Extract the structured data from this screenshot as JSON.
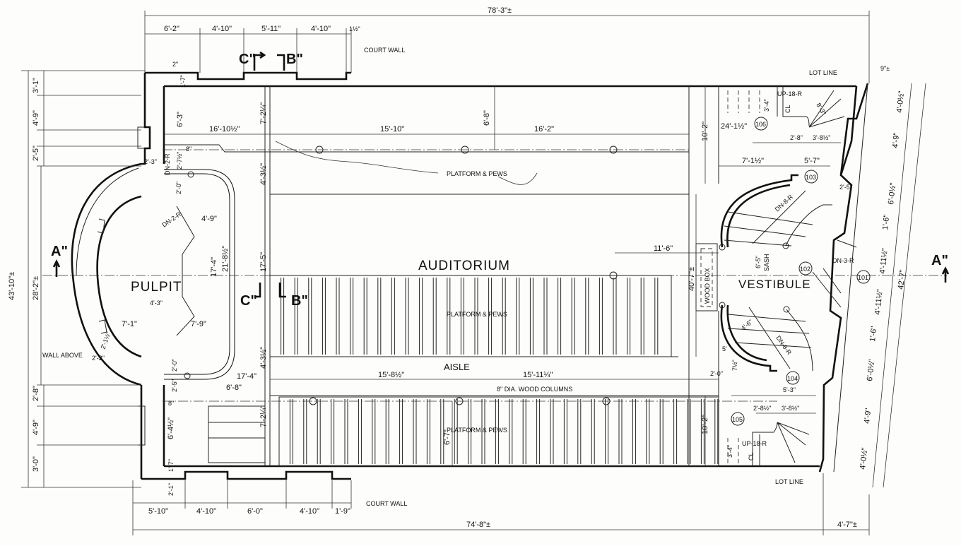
{
  "colors": {
    "ink": "#111111",
    "paper": "#fdfdfb"
  },
  "rooms": {
    "auditorium": "AUDITORIUM",
    "pulpit": "PULPIT",
    "vestibule": "VESTIBULE",
    "aisle": "AISLE",
    "wood_box": "WOOD BOX",
    "sash": "SASH"
  },
  "notes": {
    "platform_pews_top": "PLATFORM & PEWS",
    "platform_pews_mid": "PLATFORM & PEWS",
    "platform_pews_bottom": "PLATFORM & PEWS",
    "columns": "8\" DIA. WOOD COLUMNS",
    "court_wall_top": "COURT WALL",
    "court_wall_bottom": "COURT WALL",
    "lot_line_top": "LOT LINE",
    "lot_line_bottom": "LOT LINE",
    "wall_above": "WALL ABOVE"
  },
  "sections": {
    "a_left": "A\"",
    "a_right": "A\"",
    "c_top": "C\"",
    "b_top": "B\"",
    "c_mid": "C\"",
    "b_mid": "B\""
  },
  "room_numbers": [
    "101",
    "102",
    "103",
    "104",
    "105",
    "106"
  ],
  "stairs": {
    "up_106": "UP-18-R",
    "up_105": "UP-18-R",
    "dn_103": "DN-8-R",
    "dn_104": "DN-8-R",
    "dn_vest": "DN-3-R",
    "dn_pulpit_a": "DN-2-R",
    "dn_pulpit_b": "DN-2-R",
    "cl_a": "CL",
    "cl_b": "CL"
  },
  "dims_top": [
    "78'-3\"±",
    "6'-2\"",
    "4'-10\"",
    "5'-11\"",
    "4'-10\"",
    "1½\"",
    "2\"",
    "1'-7\""
  ],
  "dims_bottom": [
    "74'-8\"±",
    "5'-10\"",
    "4'-10\"",
    "6'-0\"",
    "4'-10\"",
    "1'-9\"",
    "4'-7\"±"
  ],
  "dims_left": [
    "43'-10\"±",
    "28'-2\"±",
    "3'-1\"",
    "4'-9\"",
    "2'-5\"",
    "2'-8\"",
    "4'-9\"",
    "3'-0\""
  ],
  "dims_right": [
    "42'-7\"",
    "9\"±",
    "4'-0½\"",
    "4'-9\"",
    "6'-0½\"",
    "1'-6\"",
    "4'-11½\"",
    "4'-11½\"",
    "1'-6\"",
    "6'-0½\"",
    "4'-9\"",
    "4'-0½\""
  ],
  "dims_interior": [
    "16'-10½\"",
    "15'-10\"",
    "16'-2\"",
    "6'-8\"",
    "7'-2¼\"",
    "6'-3\"",
    "4'-3½\"",
    "17'-5\"",
    "17'-4\"",
    "21'-8½\"",
    "4'-9\"",
    "2'-3\"",
    "2'-7½\"",
    "8\"",
    "2'-0\"",
    "4'-3\"",
    "7'-1\"",
    "7'-9\"",
    "2'-1½\"",
    "2'-2\"",
    "2'-0\"",
    "2'-5\"",
    "8\"",
    "6'-4½\"",
    "1'-7\"",
    "2'-1\"",
    "17'-4\"",
    "4'-3½\"",
    "6'-8\"",
    "7'-2¼\"",
    "15'-8½\"",
    "15'-11¼\"",
    "6'-7\"",
    "11'-6\"",
    "40'-7\"±"
  ],
  "dims_vestibule": [
    "10'-2\"",
    "24'-1½\"",
    "3'-4\"",
    "8'-3\"",
    "2'-8\"",
    "3'-8½\"",
    "7'-1½\"",
    "5'-7\"",
    "2'-5\"",
    "6'-5\"",
    "4'-6\"",
    "5'",
    "7½\"",
    "2'-0\"",
    "5'-3\"",
    "2'-8½\"",
    "3'-8½\"",
    "3'-4\"",
    "10'-2\""
  ]
}
